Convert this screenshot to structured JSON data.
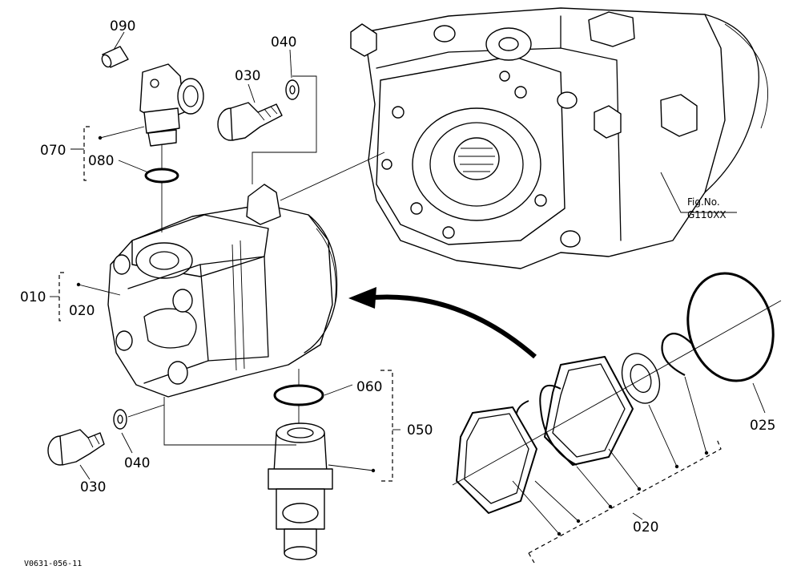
{
  "figure_code": "V0631-056-11",
  "figure_reference": {
    "label": "Fig.No.",
    "number": "G110XX"
  },
  "callouts": {
    "c010": "010",
    "c020_assy": "020",
    "c020_kit": "020",
    "c025": "025",
    "c030_top": "030",
    "c030_bottom": "030",
    "c040_top": "040",
    "c040_bottom": "040",
    "c050": "050",
    "c060": "060",
    "c070": "070",
    "c080": "080",
    "c090": "090"
  }
}
